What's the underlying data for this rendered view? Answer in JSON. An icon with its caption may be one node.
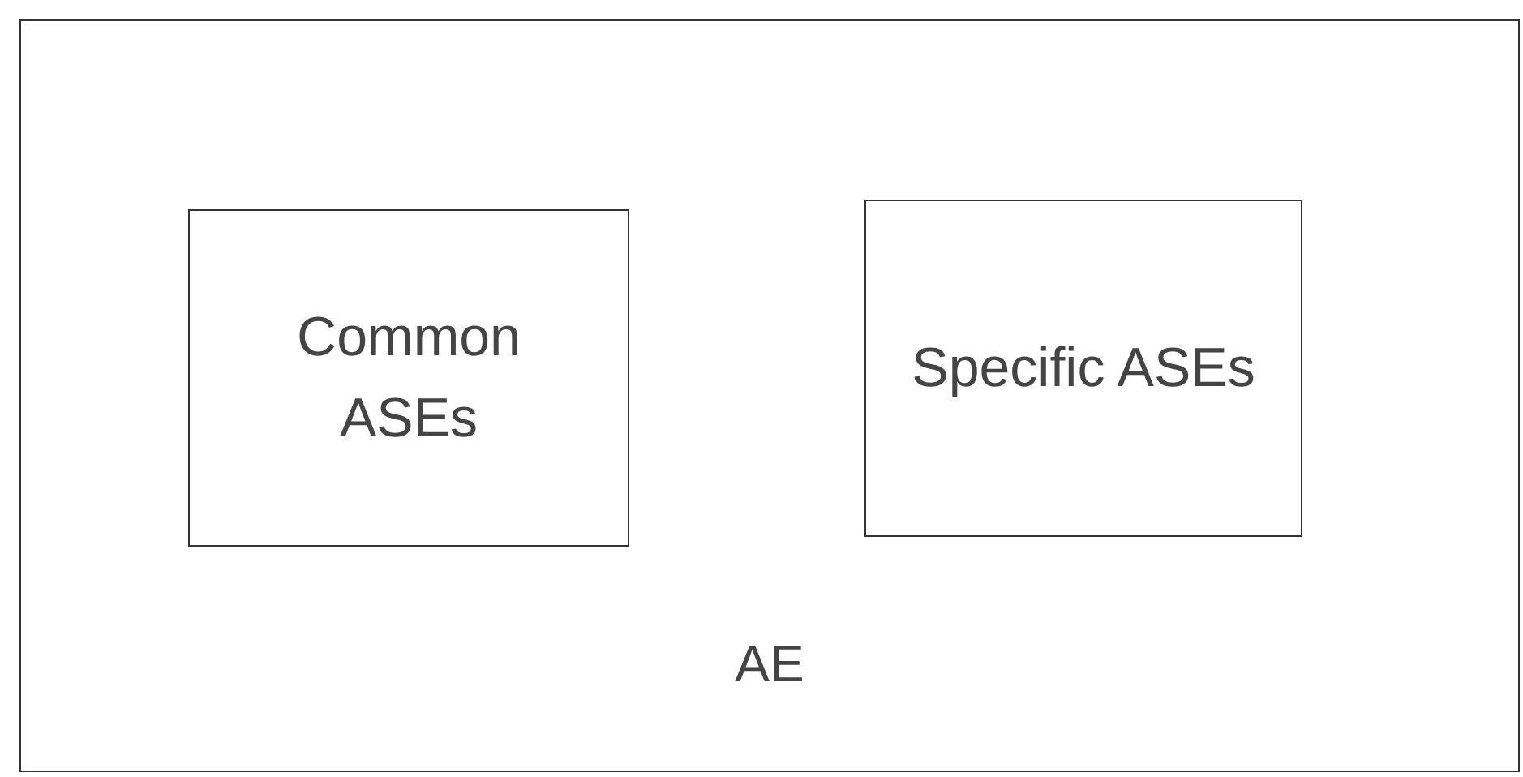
{
  "diagram": {
    "nodes": [
      {
        "text": [
          "AE"
        ]
      },
      {
        "text": [
          "Common ASEs"
        ],
        "in": 0
      },
      {
        "text": [
          "Specific ASEs"
        ],
        "in": 0
      }
    ]
  }
}
